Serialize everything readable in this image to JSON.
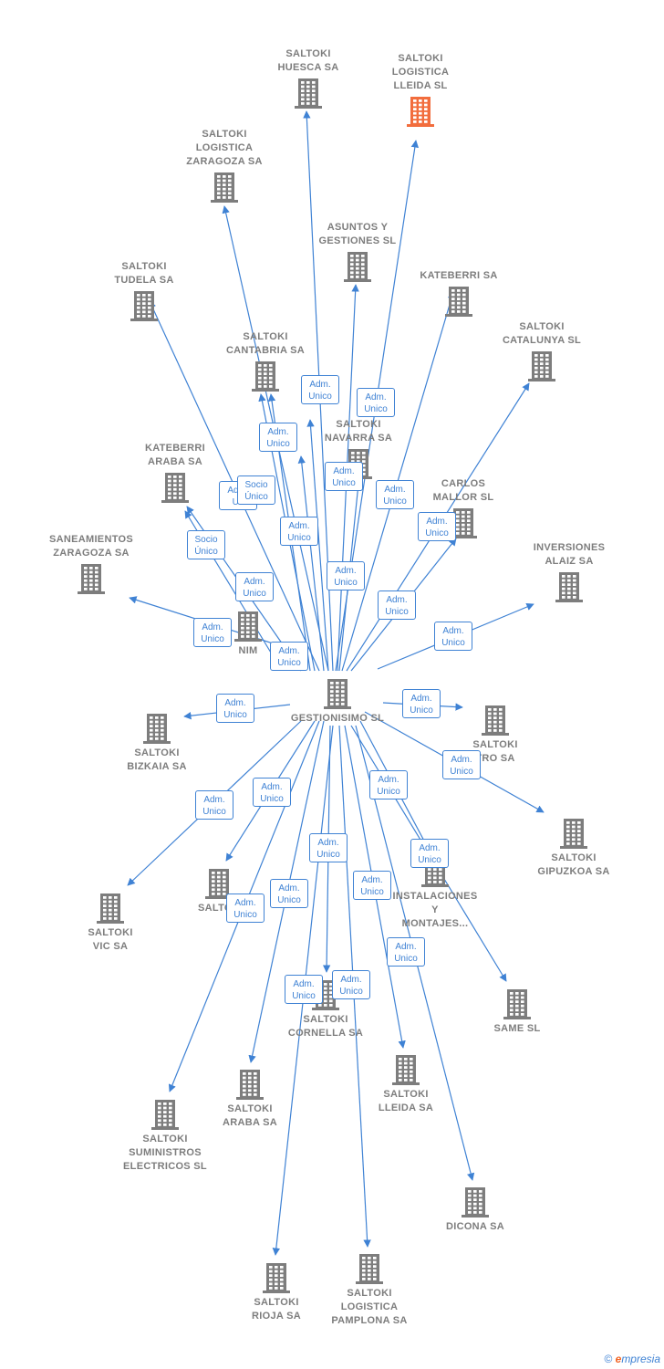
{
  "colors": {
    "edge": "#3f82d4",
    "node": "#7d7d7d",
    "highlight": "#f26d3d"
  },
  "center": {
    "id": "center",
    "label": "GESTIONISIMO SL"
  },
  "nodes": [
    {
      "id": "n_huesca",
      "label": "SALTOKI\nHUESCA SA"
    },
    {
      "id": "n_lleida_sl",
      "label": "SALTOKI\nLOGISTICA\nLLEIDA  SL",
      "highlight": true
    },
    {
      "id": "n_zaragoza",
      "label": "SALTOKI\nLOGISTICA\nZARAGOZA SA"
    },
    {
      "id": "n_asuntos",
      "label": "ASUNTOS Y\nGESTIONES SL"
    },
    {
      "id": "n_kateberri",
      "label": "KATEBERRI SA"
    },
    {
      "id": "n_tudela",
      "label": "SALTOKI\nTUDELA SA"
    },
    {
      "id": "n_catalunya",
      "label": "SALTOKI\nCATALUNYA SL"
    },
    {
      "id": "n_cantabria",
      "label": "SALTOKI\nCANTABRIA SA"
    },
    {
      "id": "n_navarra",
      "label": "SALTOKI\nNAVARRA SA"
    },
    {
      "id": "n_kat_araba",
      "label": "KATEBERRI\nARABA SA"
    },
    {
      "id": "n_carlos",
      "label": "CARLOS\nMALLOR SL"
    },
    {
      "id": "n_saneamientos",
      "label": "SANEAMIENTOS\nZARAGOZA SA"
    },
    {
      "id": "n_inversiones",
      "label": "INVERSIONES\nALAIZ SA"
    },
    {
      "id": "n_nim",
      "label": "NIM"
    },
    {
      "id": "n_bizkaia",
      "label": "SALTOKI\nBIZKAIA SA"
    },
    {
      "id": "n_centro",
      "label": "SALTOKI\nTRO SA"
    },
    {
      "id": "n_gipuzkoa",
      "label": "SALTOKI\nGIPUZKOA SA"
    },
    {
      "id": "n_vic",
      "label": "SALTOKI\nVIC SA"
    },
    {
      "id": "n_saltok",
      "label": "SALTOK"
    },
    {
      "id": "n_instalaciones",
      "label": "INSTALACIONES\nY\nMONTAJES..."
    },
    {
      "id": "n_same",
      "label": "SAME SL"
    },
    {
      "id": "n_cornella",
      "label": "SALTOKI\nCORNELLA SA"
    },
    {
      "id": "n_lleida",
      "label": "SALTOKI\nLLEIDA SA"
    },
    {
      "id": "n_suministros",
      "label": "SALTOKI\nSUMINISTROS\nELECTRICOS SL"
    },
    {
      "id": "n_araba",
      "label": "SALTOKI\nARABA SA"
    },
    {
      "id": "n_dicona",
      "label": "DICONA SA"
    },
    {
      "id": "n_rioja",
      "label": "SALTOKI\nRIOJA SA"
    },
    {
      "id": "n_pamplona",
      "label": "SALTOKI\nLOGISTICA\nPAMPLONA SA"
    }
  ],
  "edge_labels": {
    "adm": "Adm.\nUnico",
    "socio": "Socio\nÚnico"
  },
  "badges": [
    {
      "text": "Adm.\nUnico"
    },
    {
      "text": "Adm.\nUnico"
    },
    {
      "text": "Adm.\nUnico"
    },
    {
      "text": "Adm.\nUn"
    },
    {
      "text": "Socio\nÚnico"
    },
    {
      "text": "Adm.\nUnico"
    },
    {
      "text": "Adm.\nUnico"
    },
    {
      "text": "Adm.\nUnico"
    },
    {
      "text": "Socio\nÚnico"
    },
    {
      "text": "Adm.\nUnico"
    },
    {
      "text": "Adm.\nUnico"
    },
    {
      "text": "Adm.\nUnico"
    },
    {
      "text": "Adm.\nUnico"
    },
    {
      "text": "Adm.\nUnico"
    },
    {
      "text": "Adm.\nUnico"
    },
    {
      "text": "Adm.\nUnico"
    },
    {
      "text": "Adm.\nUnico"
    },
    {
      "text": "Adm.\nUnico"
    },
    {
      "text": "Adm.\nUnico"
    },
    {
      "text": "Adm.\nUnico"
    },
    {
      "text": "Adm.\nUnico"
    },
    {
      "text": "Adm.\nUnico"
    },
    {
      "text": "Adm.\nUnico"
    },
    {
      "text": "Adm.\nUnico"
    },
    {
      "text": "Adm.\nUnico"
    },
    {
      "text": "Adm.\nUnico"
    },
    {
      "text": "Adm.\nUnico"
    },
    {
      "text": "Adm.\nUnico"
    },
    {
      "text": "Adm.\nUnico"
    },
    {
      "text": "Adm.\nUnico"
    }
  ],
  "footer": {
    "copyright": "©",
    "brand_first": "e",
    "brand_rest": "mpresia"
  }
}
